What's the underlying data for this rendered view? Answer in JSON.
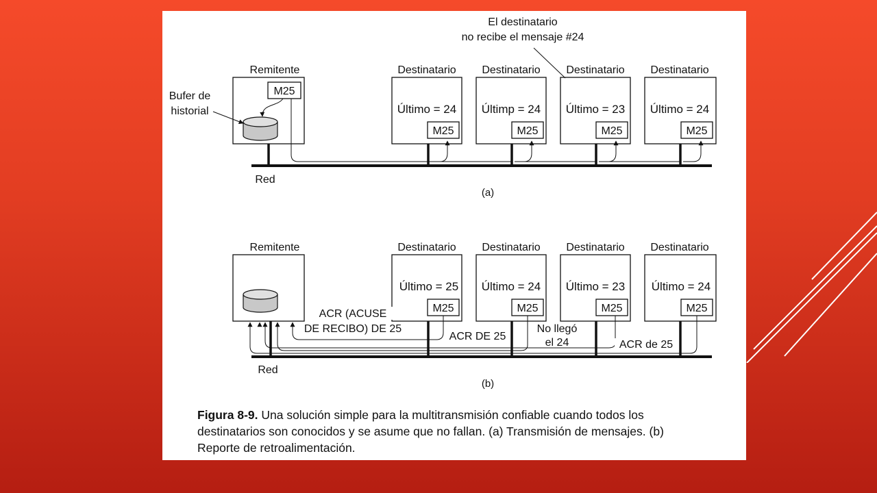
{
  "figure": {
    "part_a": {
      "sender_label": "Remitente",
      "buffer_label_line1": "Bufer de",
      "buffer_label_line2": "historial",
      "sender_message": "M25",
      "receiver_label": "Destinatario",
      "receivers": [
        {
          "last": "Último = 24",
          "message": "M25"
        },
        {
          "last": "Últimp = 24",
          "message": "M25"
        },
        {
          "last": "Último = 23",
          "message": "M25"
        },
        {
          "last": "Último = 24",
          "message": "M25"
        }
      ],
      "note_line1": "El destinatario",
      "note_line2": "no recibe el mensaje #24",
      "network_label": "Red",
      "part_label": "(a)"
    },
    "part_b": {
      "sender_label": "Remitente",
      "receiver_label": "Destinatario",
      "receivers": [
        {
          "last": "Último = 25",
          "message": "M25"
        },
        {
          "last": "Último = 24",
          "message": "M25"
        },
        {
          "last": "Último = 23",
          "message": "M25"
        },
        {
          "last": "Último = 24",
          "message": "M25"
        }
      ],
      "ack_line1": "ACR (ACUSE",
      "ack_line2": "DE RECIBO) DE 25",
      "ack_2": "ACR DE 25",
      "nack_line1": "No llegó",
      "nack_line2": "el 24",
      "ack_4": "ACR de 25",
      "network_label": "Red",
      "part_label": "(b)"
    },
    "caption": {
      "label": "Figura 8-9.",
      "text": " Una solución simple para la multitransmisión confiable cuando todos los destinatarios son conocidos y se asume que no fallan. (a) Transmisión de mensajes. (b) Reporte de retroalimentación."
    }
  }
}
